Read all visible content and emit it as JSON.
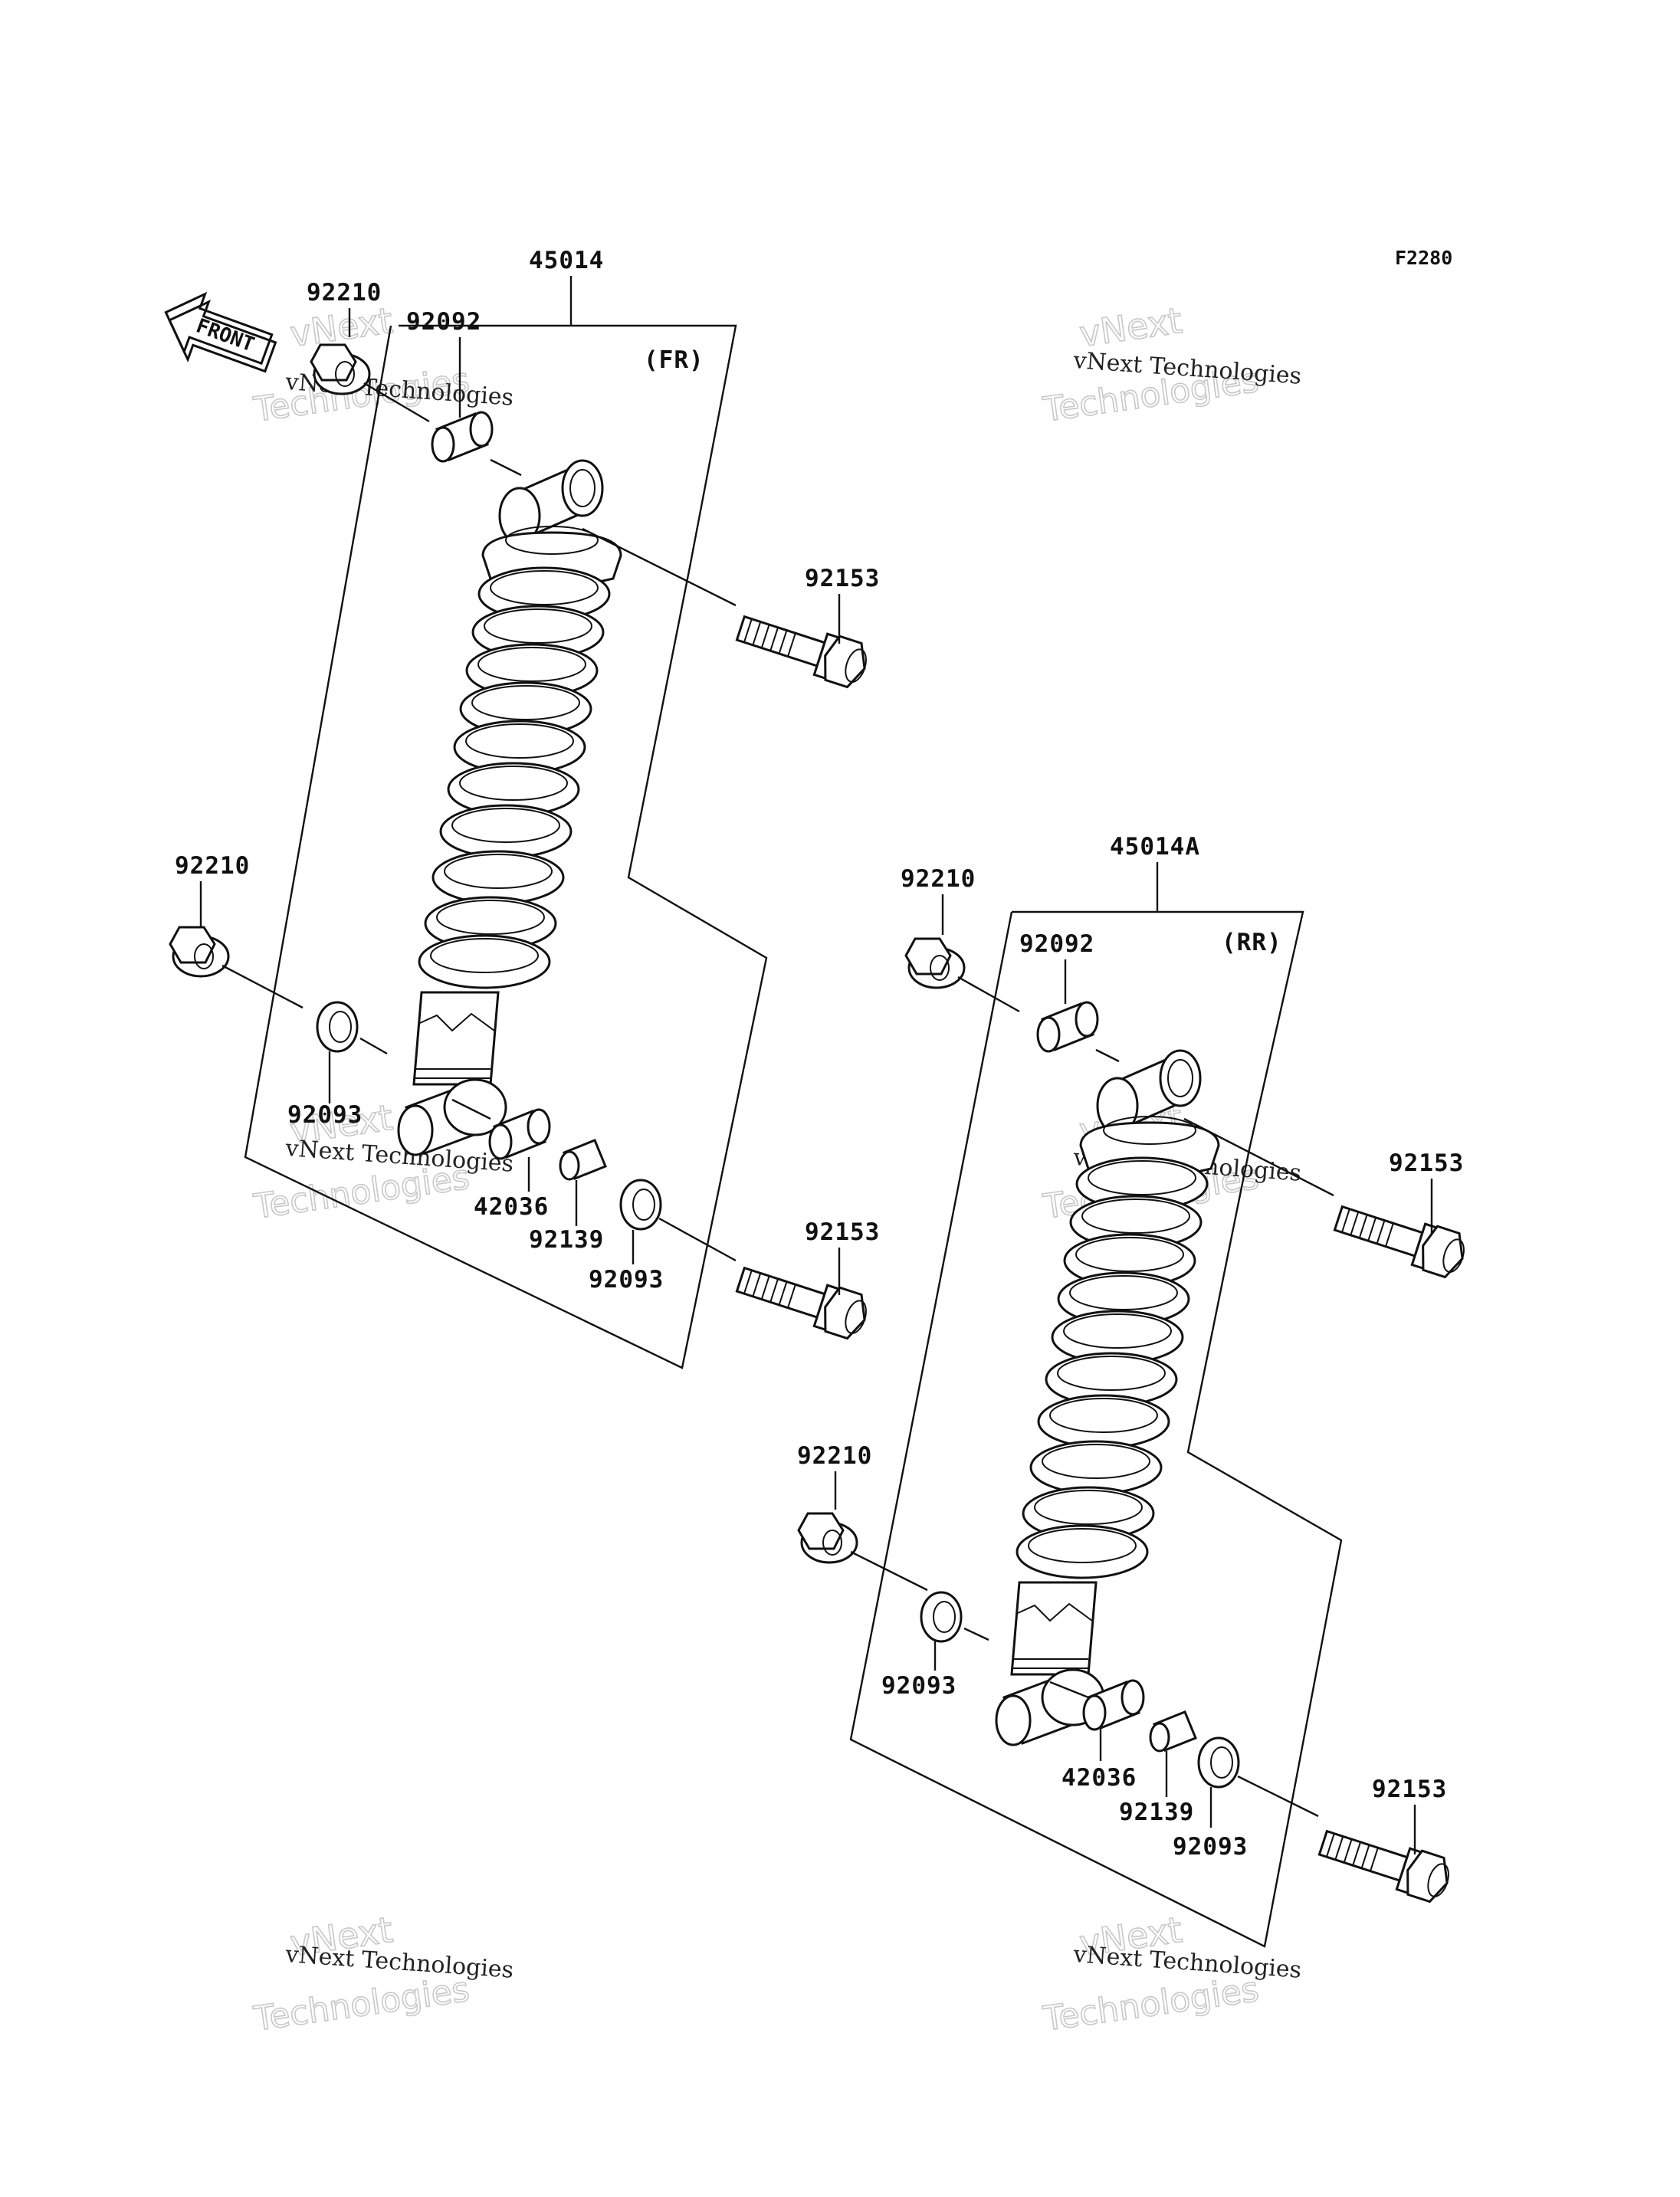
{
  "diagram_code": "F2280",
  "front_label": "FRONT",
  "watermark": {
    "line1": "vNext Technologies",
    "line2": "vNext",
    "line3": "Technologies"
  },
  "front_assembly": {
    "assembly_no": "45014",
    "position": "(FR)",
    "parts": {
      "nut_top": "92210",
      "collar_top": "92092",
      "bolt_top": "92153",
      "nut_bottom": "92210",
      "seal_left": "92093",
      "collar_bottom": "42036",
      "bushing": "92139",
      "seal_right": "92093",
      "bolt_bottom": "92153"
    }
  },
  "rear_assembly": {
    "assembly_no": "45014A",
    "position": "(RR)",
    "parts": {
      "nut_top": "92210",
      "collar_top": "92092",
      "bolt_top": "92153",
      "nut_bottom": "92210",
      "seal_left": "92093",
      "collar_bottom": "42036",
      "bushing": "92139",
      "seal_right": "92093",
      "bolt_bottom": "92153"
    }
  }
}
